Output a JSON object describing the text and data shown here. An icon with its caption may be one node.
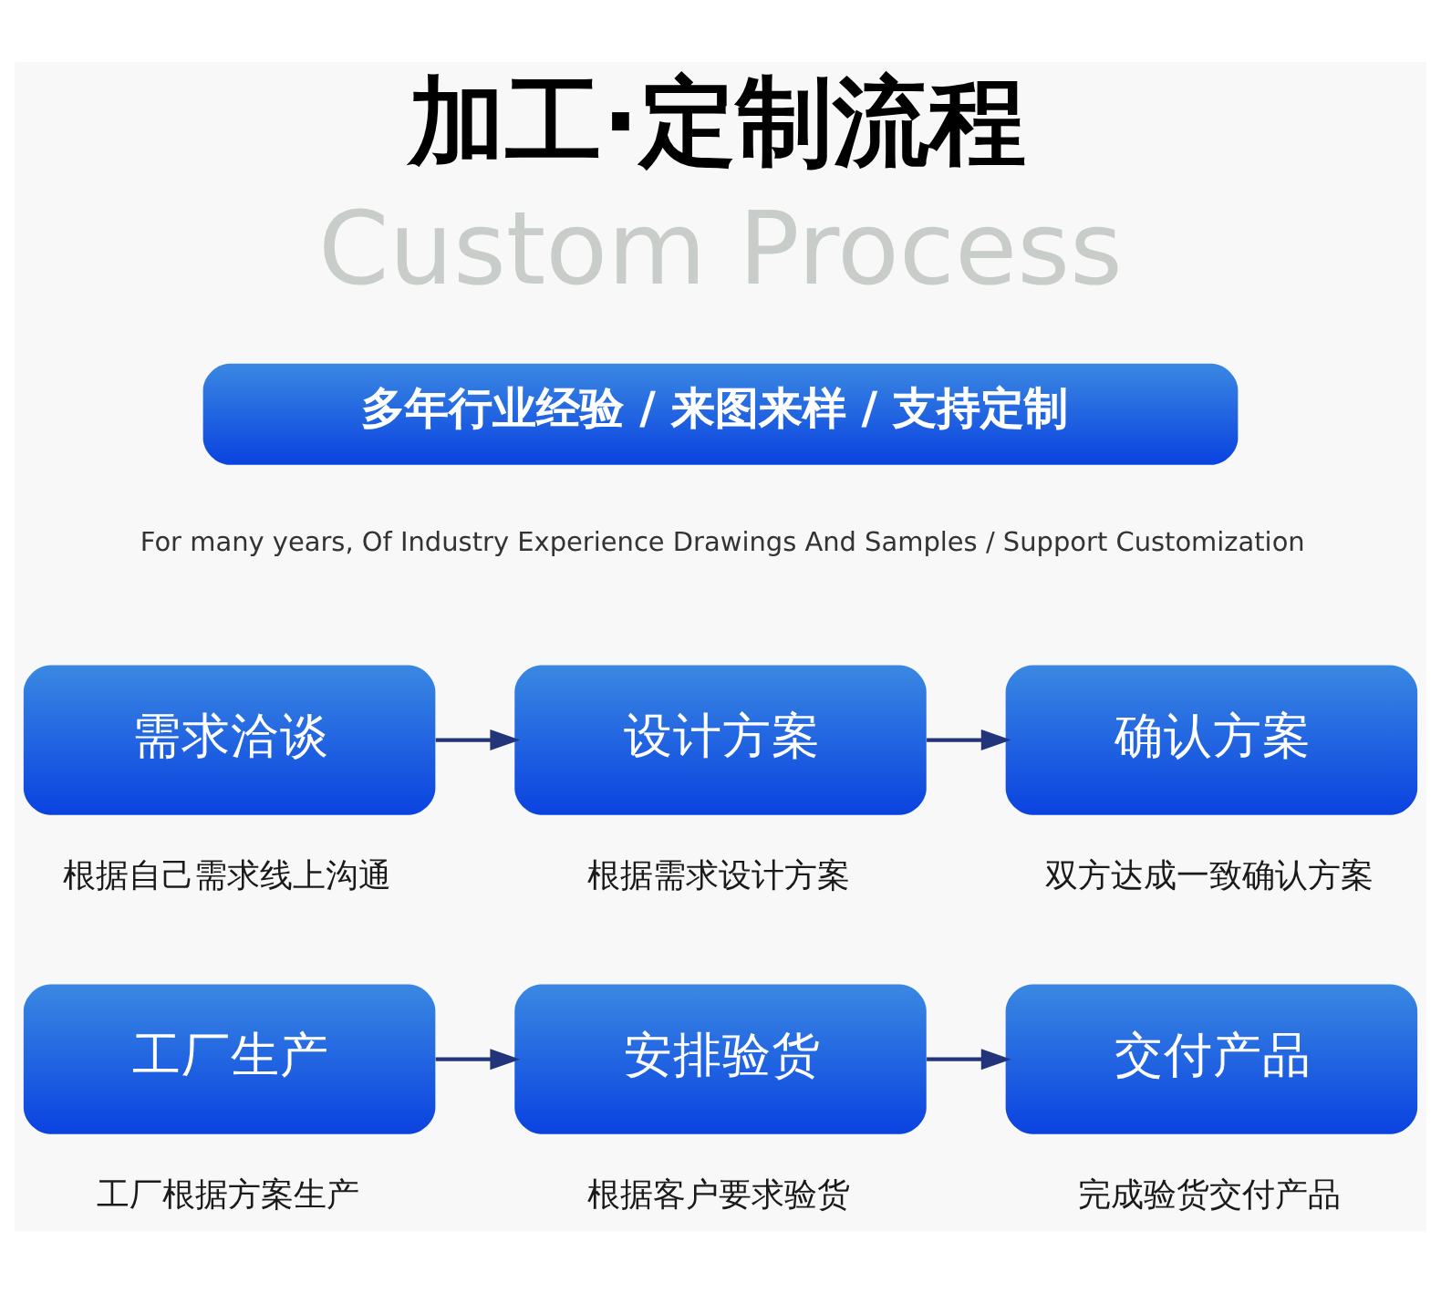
{
  "diagram": {
    "title": "加工·定制流程",
    "nodes": [
      {
        "text": [
          "多年行业经验 / 来图来样 / 支持定制"
        ]
      },
      {
        "text": [
          "需求洽谈"
        ],
        "beside": [
          "根据自己需求线上沟通"
        ]
      },
      {
        "text": [
          "设计方案"
        ],
        "beside": [
          "根据需求设计方案"
        ]
      },
      {
        "text": [
          "确认方案"
        ],
        "beside": [
          "双方达成一致确认方案"
        ]
      },
      {
        "text": [
          "工厂生产"
        ],
        "beside": [
          "工厂根据方案生产"
        ]
      },
      {
        "text": [
          "安排验货"
        ],
        "beside": [
          "根据客户要求验货"
        ]
      },
      {
        "text": [
          "交付产品"
        ],
        "beside": [
          "完成验货交付产品"
        ]
      }
    ],
    "edges": [
      {
        "from": 1,
        "to": 2,
        "arrow": "to"
      },
      {
        "from": 2,
        "to": 3,
        "arrow": "to"
      },
      {
        "from": 4,
        "to": 5,
        "arrow": "to"
      },
      {
        "from": 5,
        "to": 6,
        "arrow": "to"
      }
    ],
    "labels": [
      "Custom Process",
      "For many years, Of Industry Experience Drawings And Samples / Support Customization"
    ]
  }
}
